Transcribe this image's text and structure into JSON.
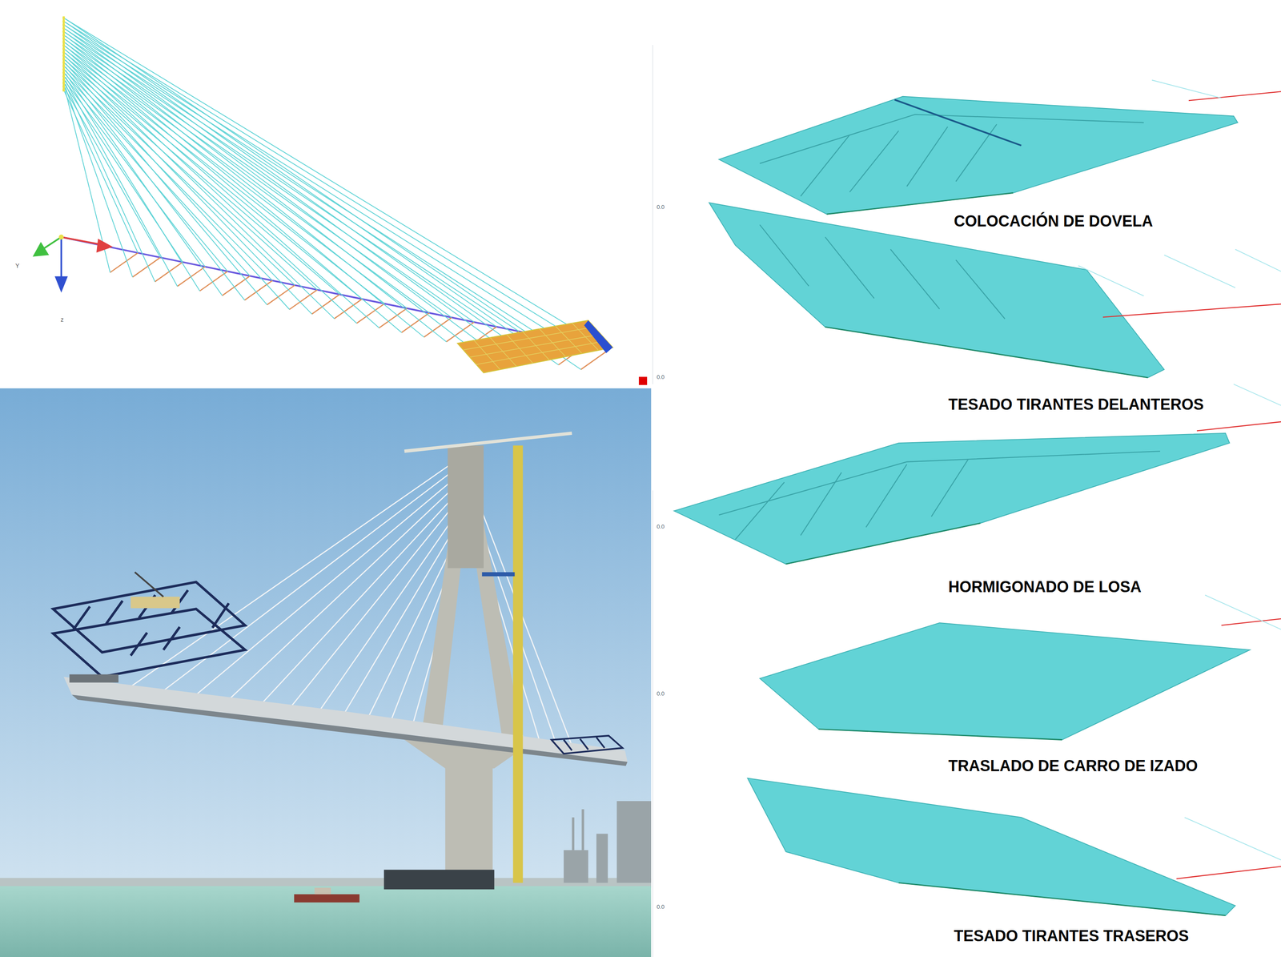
{
  "diagram": {
    "labels": [
      "Y",
      "z",
      "0.0",
      "COLOCACIÓN DE DOVELA",
      "0.0",
      "TESADO TIRANTES DELANTEROS",
      "0.0",
      "HORMIGONADO DE LOSA",
      "0.0",
      "TRASLADO DE CARRO DE IZADO",
      "0.0",
      "TESADO TIRANTES TRASEROS"
    ]
  }
}
